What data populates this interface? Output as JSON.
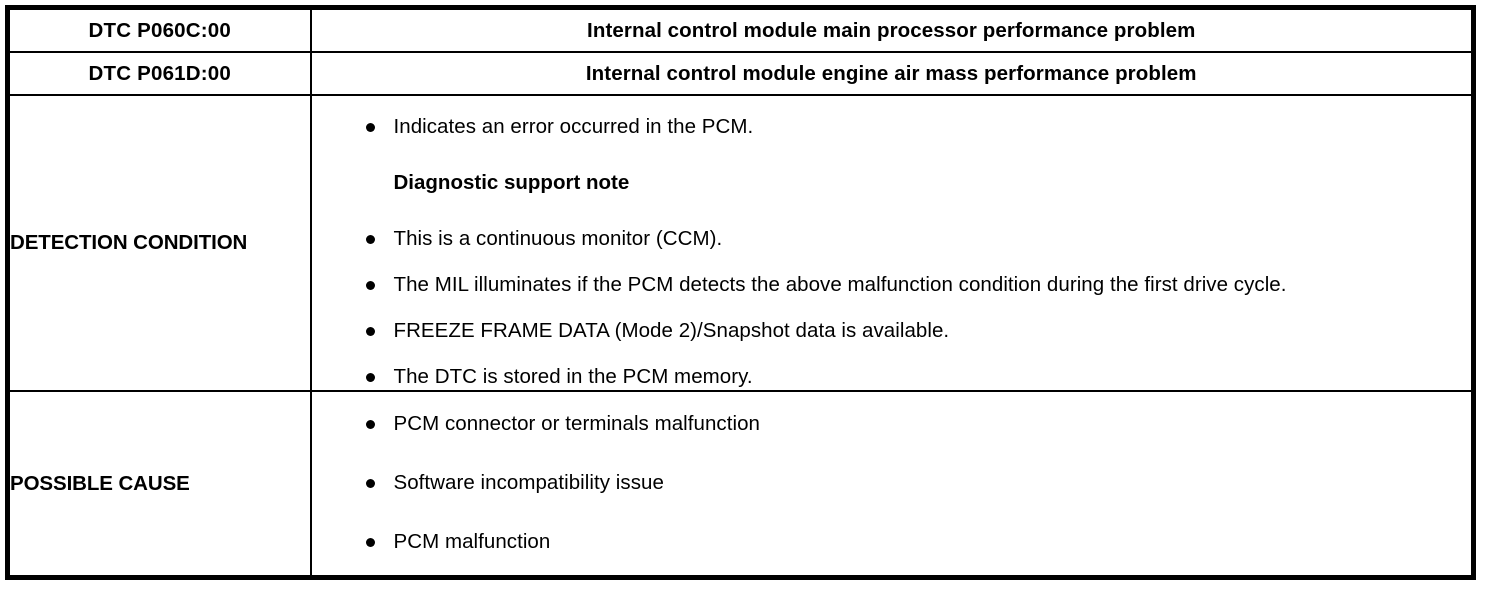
{
  "document": {
    "type": "dtc-diagnostic-table",
    "dtc_rows": [
      {
        "code": "DTC P060C:00",
        "description": "Internal control module main processor performance problem"
      },
      {
        "code": "DTC P061D:00",
        "description": "Internal control module engine air mass performance problem"
      }
    ],
    "sections": [
      {
        "label": "DETECTION CONDITION",
        "items": [
          {
            "kind": "bullet",
            "text": "Indicates an error occurred in the PCM."
          },
          {
            "kind": "note",
            "text": "Diagnostic support note"
          },
          {
            "kind": "bullet",
            "text": "This is a continuous monitor (CCM)."
          },
          {
            "kind": "bullet",
            "text": "The MIL illuminates if the PCM detects the above malfunction condition during the first drive cycle."
          },
          {
            "kind": "bullet",
            "text": "FREEZE FRAME DATA (Mode 2)/Snapshot data is available."
          },
          {
            "kind": "bullet",
            "text": "The DTC is stored in the PCM memory."
          }
        ]
      },
      {
        "label": "POSSIBLE CAUSE",
        "items": [
          {
            "kind": "bullet",
            "text": "PCM connector or terminals malfunction"
          },
          {
            "kind": "bullet",
            "text": "Software incompatibility issue"
          },
          {
            "kind": "bullet",
            "text": "PCM malfunction"
          }
        ]
      }
    ]
  },
  "colors": {
    "border": "#000000",
    "text": "#000000",
    "background": "#ffffff"
  }
}
